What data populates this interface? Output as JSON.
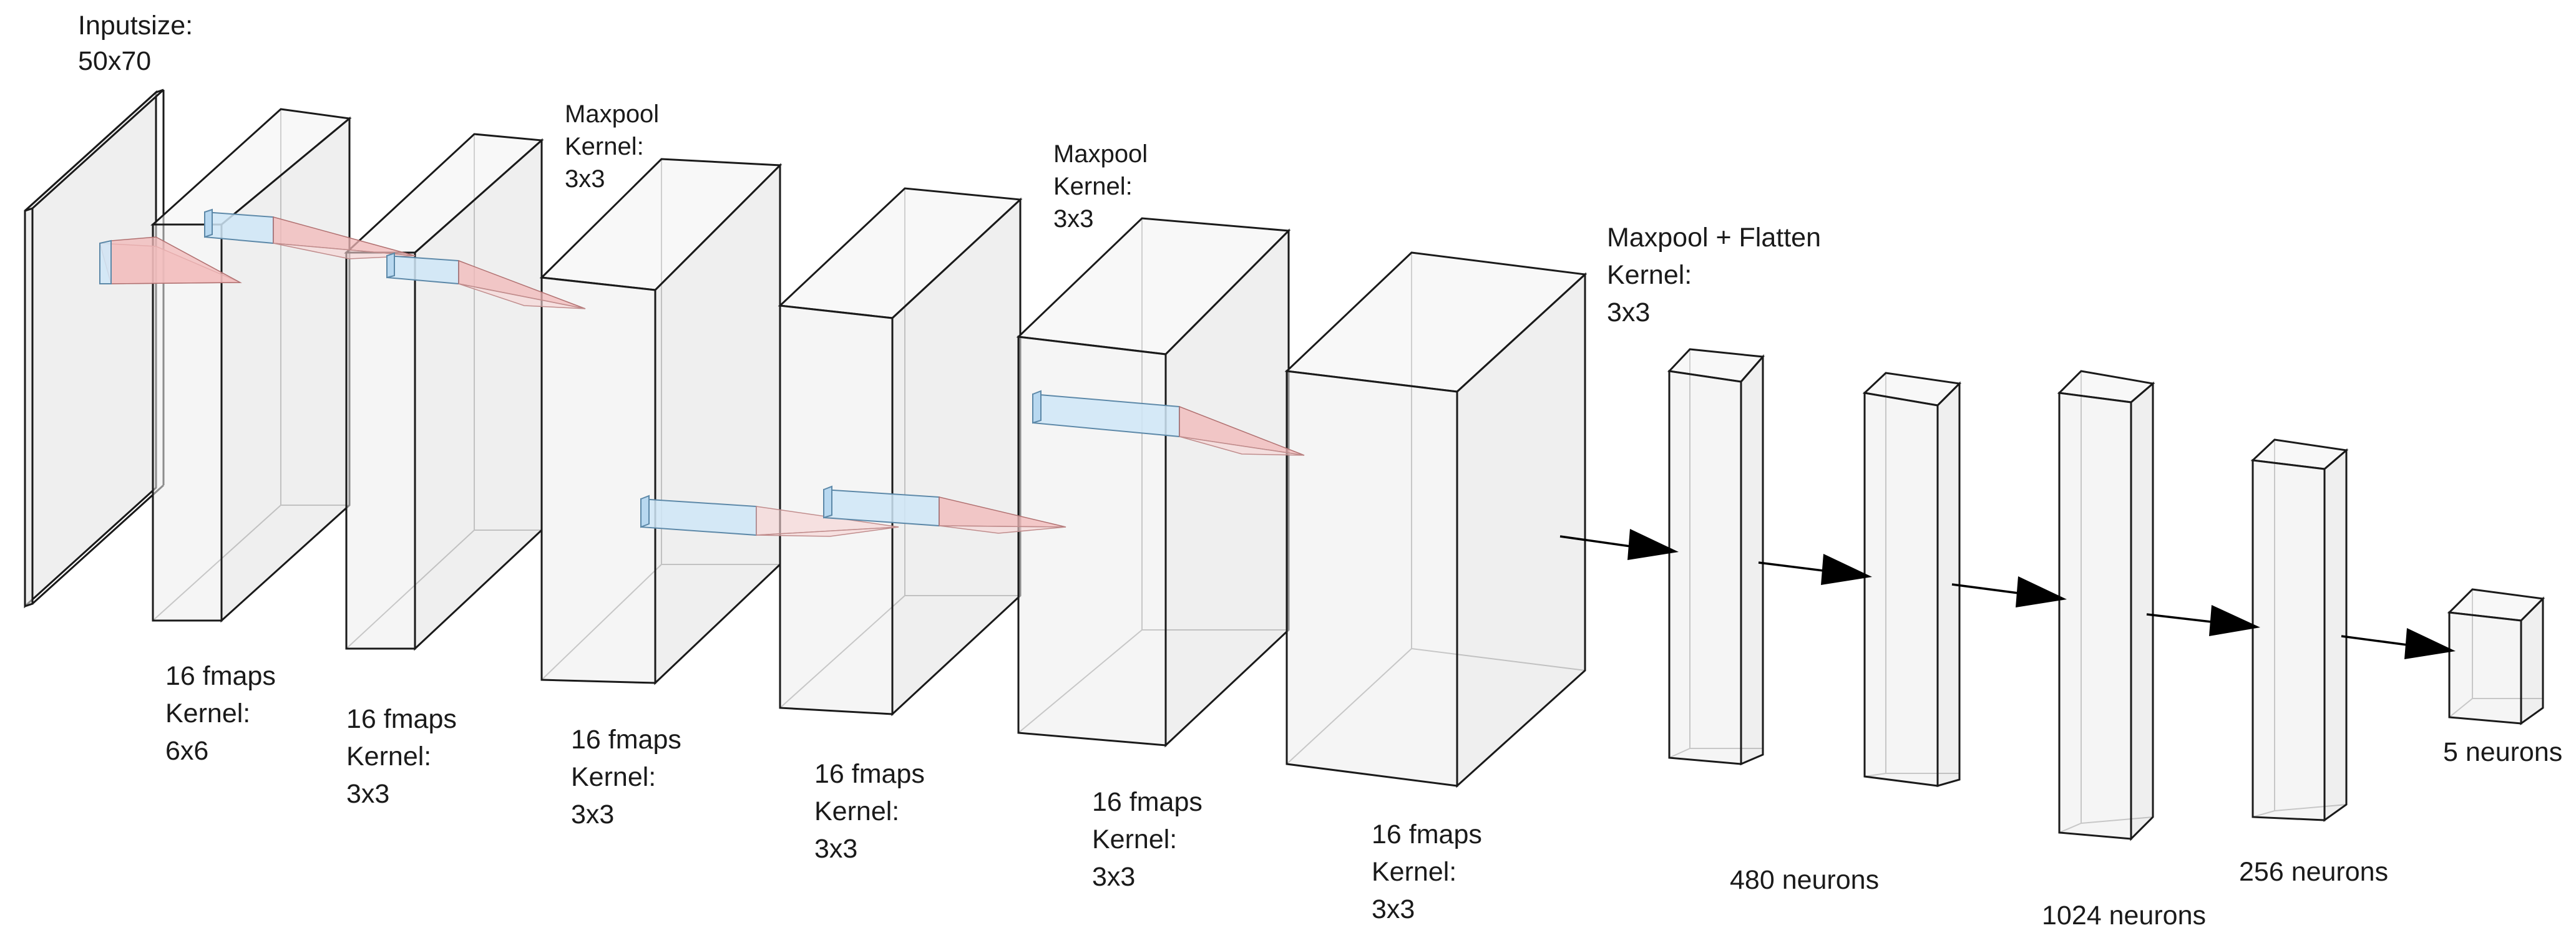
{
  "input": {
    "line1": "Inputsize:",
    "line2": "50x70"
  },
  "layers": [
    {
      "line1": "16 fmaps",
      "line2": "Kernel:",
      "line3": "6x6"
    },
    {
      "line1": "16 fmaps",
      "line2": "Kernel:",
      "line3": "3x3"
    },
    {
      "line1": "16 fmaps",
      "line2": "Kernel:",
      "line3": "3x3"
    },
    {
      "line1": "16 fmaps",
      "line2": "Kernel:",
      "line3": "3x3"
    },
    {
      "line1": "16 fmaps",
      "line2": "Kernel:",
      "line3": "3x3"
    },
    {
      "line1": "16 fmaps",
      "line2": "Kernel:",
      "line3": "3x3"
    }
  ],
  "pools": [
    {
      "line1": "Maxpool",
      "line2": "Kernel:",
      "line3": "3x3"
    },
    {
      "line1": "Maxpool",
      "line2": "Kernel:",
      "line3": "3x3"
    },
    {
      "line1": "Maxpool + Flatten",
      "line2": "Kernel:",
      "line3": "3x3"
    }
  ],
  "dense": [
    {
      "label": "480 neurons"
    },
    {
      "label": "1024 neurons"
    },
    {
      "label": "256 neurons"
    },
    {
      "label": "5 neurons"
    }
  ],
  "colors": {
    "kernel": "#cfe6f7",
    "receptive_field": "#f2b8b8",
    "stroke": "#1a1a1a"
  }
}
